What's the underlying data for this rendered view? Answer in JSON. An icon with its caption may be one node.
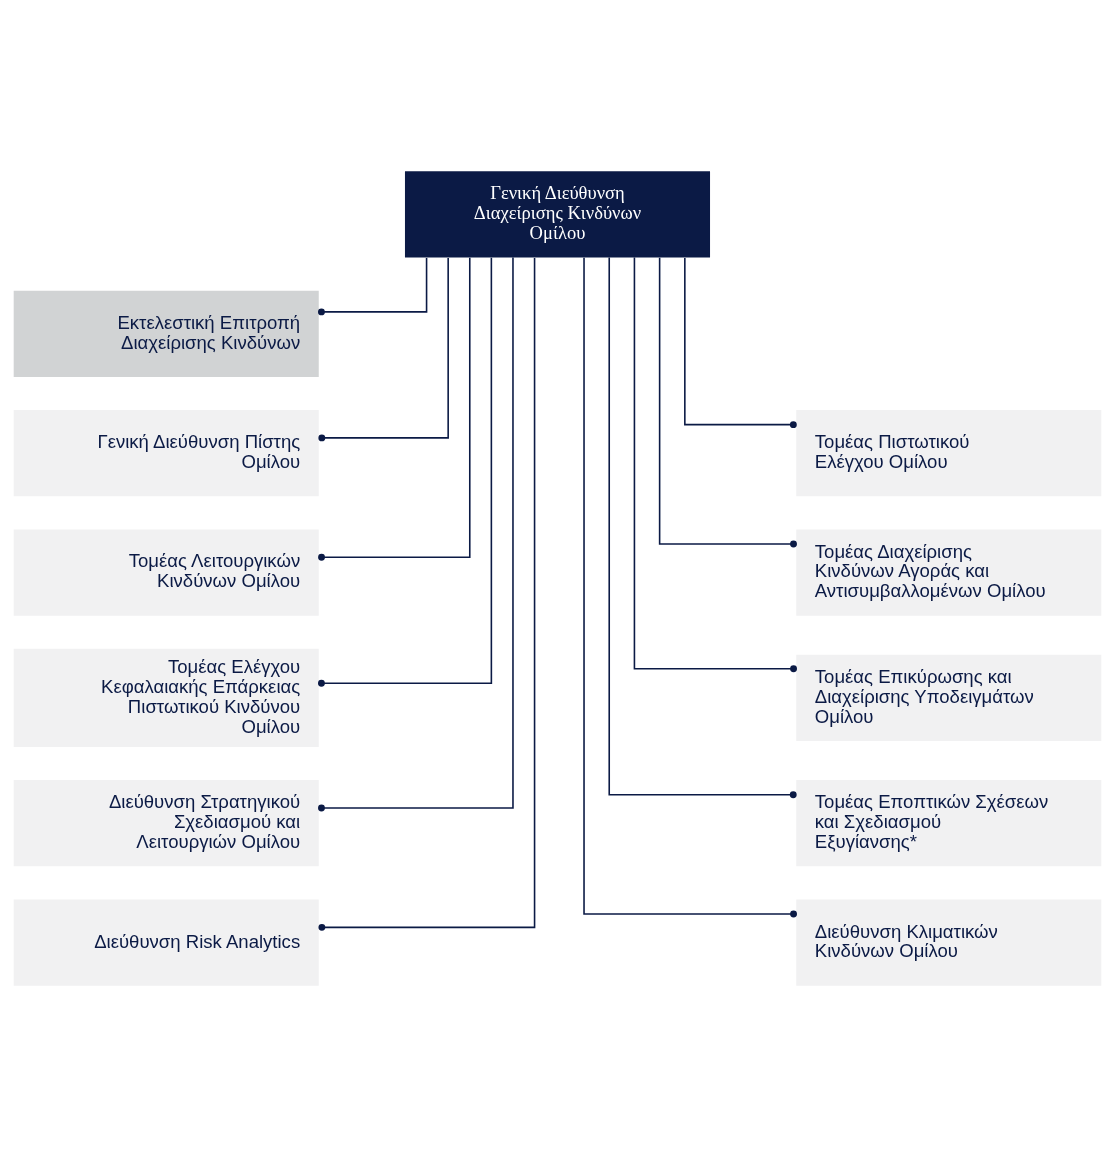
{
  "diagram": {
    "nodes": [
      {
        "text": [
          "Γενική Διεύθυνση Διαχείρισης Κινδύνων Ομίλου"
        ]
      },
      {
        "text": [
          "Εκτελεστική Επιτροπή Διαχείρισης Κινδύνων"
        ]
      },
      {
        "text": [
          "Γενική Διεύθυνση Πίστης Ομίλου"
        ]
      },
      {
        "text": [
          "Τομέας Πιστωτικού Ελέγχου Ομίλου"
        ]
      },
      {
        "text": [
          "Τομέας Λειτουργικών Κινδύνων Ομίλου"
        ]
      },
      {
        "text": [
          "Τομέας Διαχείρισης Κινδύνων Αγοράς και Αντισυμβαλλομένων Ομίλου"
        ]
      },
      {
        "text": [
          "Τομέας Ελέγχου Κεφαλαιακής Επάρκειας Πιστωτικού Κινδύνου Ομίλου"
        ]
      },
      {
        "text": [
          "Τομέας Επικύρωσης και Διαχείρισης Υποδειγμάτων Ομίλου"
        ]
      },
      {
        "text": [
          "Διεύθυνση Στρατηγικού Σχεδιασμού και Λειτουργιών Ομίλου"
        ]
      },
      {
        "text": [
          "Τομέας Εποπτικών Σχέσεων και Σχεδιασμού Εξυγίανσης*"
        ]
      },
      {
        "text": [
          "Διεύθυνση Risk Analytics"
        ]
      },
      {
        "text": [
          "Διεύθυνση Κλιματικών Κινδύνων Ομίλου"
        ]
      }
    ],
    "edges": [
      {
        "from": 0,
        "to": 1,
        "arrow": "other"
      },
      {
        "from": 0,
        "to": 2,
        "arrow": "other"
      },
      {
        "from": 0,
        "to": 3,
        "arrow": "other"
      },
      {
        "from": 0,
        "to": 4,
        "arrow": "other"
      },
      {
        "from": 0,
        "to": 5,
        "arrow": "other"
      },
      {
        "from": 0,
        "to": 6,
        "arrow": "other"
      },
      {
        "from": 0,
        "to": 7,
        "arrow": "other"
      },
      {
        "from": 0,
        "to": 8,
        "arrow": "other"
      },
      {
        "from": 0,
        "to": 9,
        "arrow": "other"
      },
      {
        "from": 0,
        "to": 10,
        "arrow": "other"
      },
      {
        "from": 0,
        "to": 11,
        "arrow": "other"
      }
    ]
  }
}
